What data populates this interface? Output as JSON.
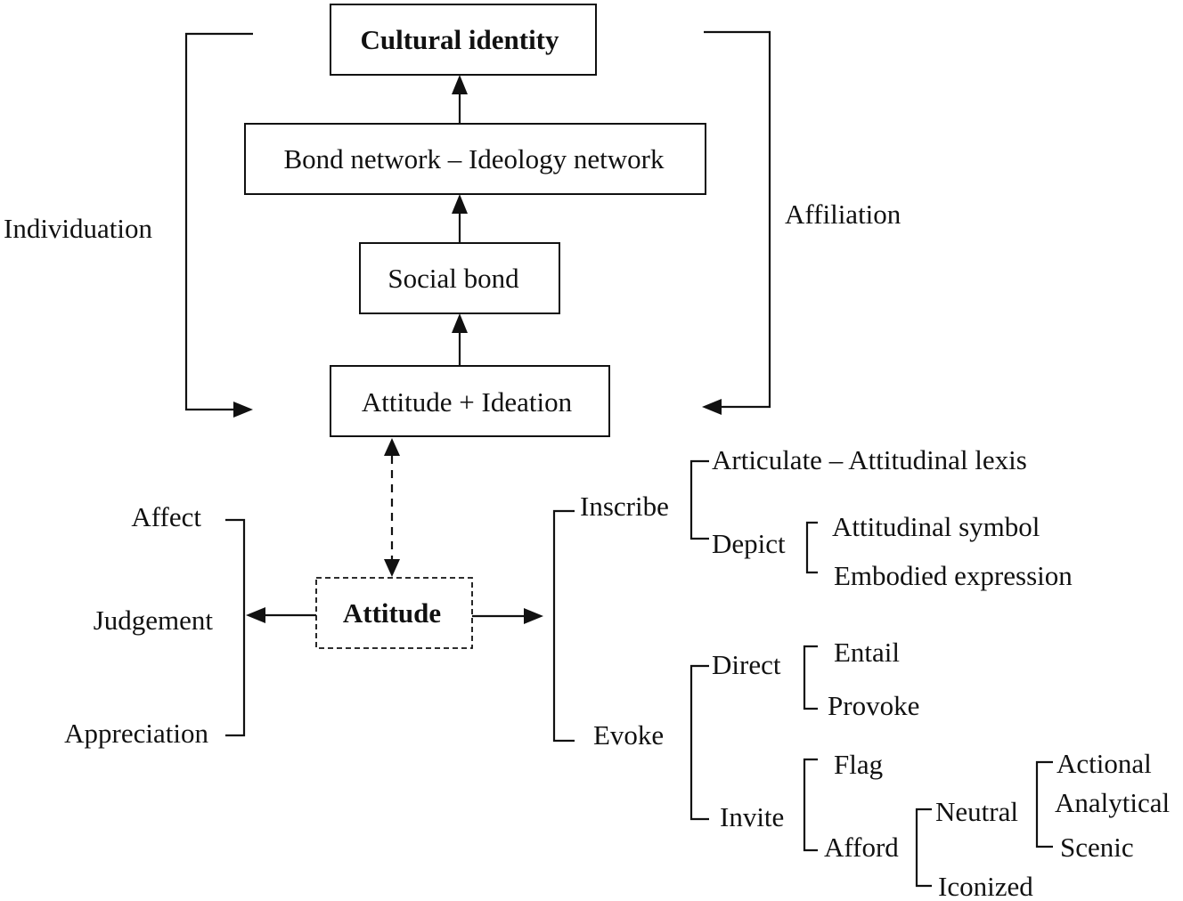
{
  "diagram": {
    "boxes": {
      "cultural_identity": "Cultural identity",
      "bond_network": "Bond network – Ideology network",
      "social_bond": "Social bond",
      "attitude_ideation": "Attitude + Ideation",
      "attitude": "Attitude"
    },
    "side_labels": {
      "individuation": "Individuation",
      "affiliation": "Affiliation"
    },
    "attitude_types": [
      "Affect",
      "Judgement",
      "Appreciation"
    ],
    "realization": {
      "inscribe": {
        "label": "Inscribe",
        "articulate": "Articulate – Attitudinal lexis",
        "depict": {
          "label": "Depict",
          "children": [
            "Attitudinal symbol",
            "Embodied expression"
          ]
        }
      },
      "evoke": {
        "label": "Evoke",
        "direct": {
          "label": "Direct",
          "children": [
            "Entail",
            "Provoke"
          ]
        },
        "invite": {
          "label": "Invite",
          "flag": "Flag",
          "afford": {
            "label": "Afford",
            "neutral": {
              "label": "Neutral",
              "children": [
                "Actional",
                "Analytical",
                "Scenic"
              ]
            },
            "iconized": "Iconized"
          }
        }
      }
    }
  }
}
